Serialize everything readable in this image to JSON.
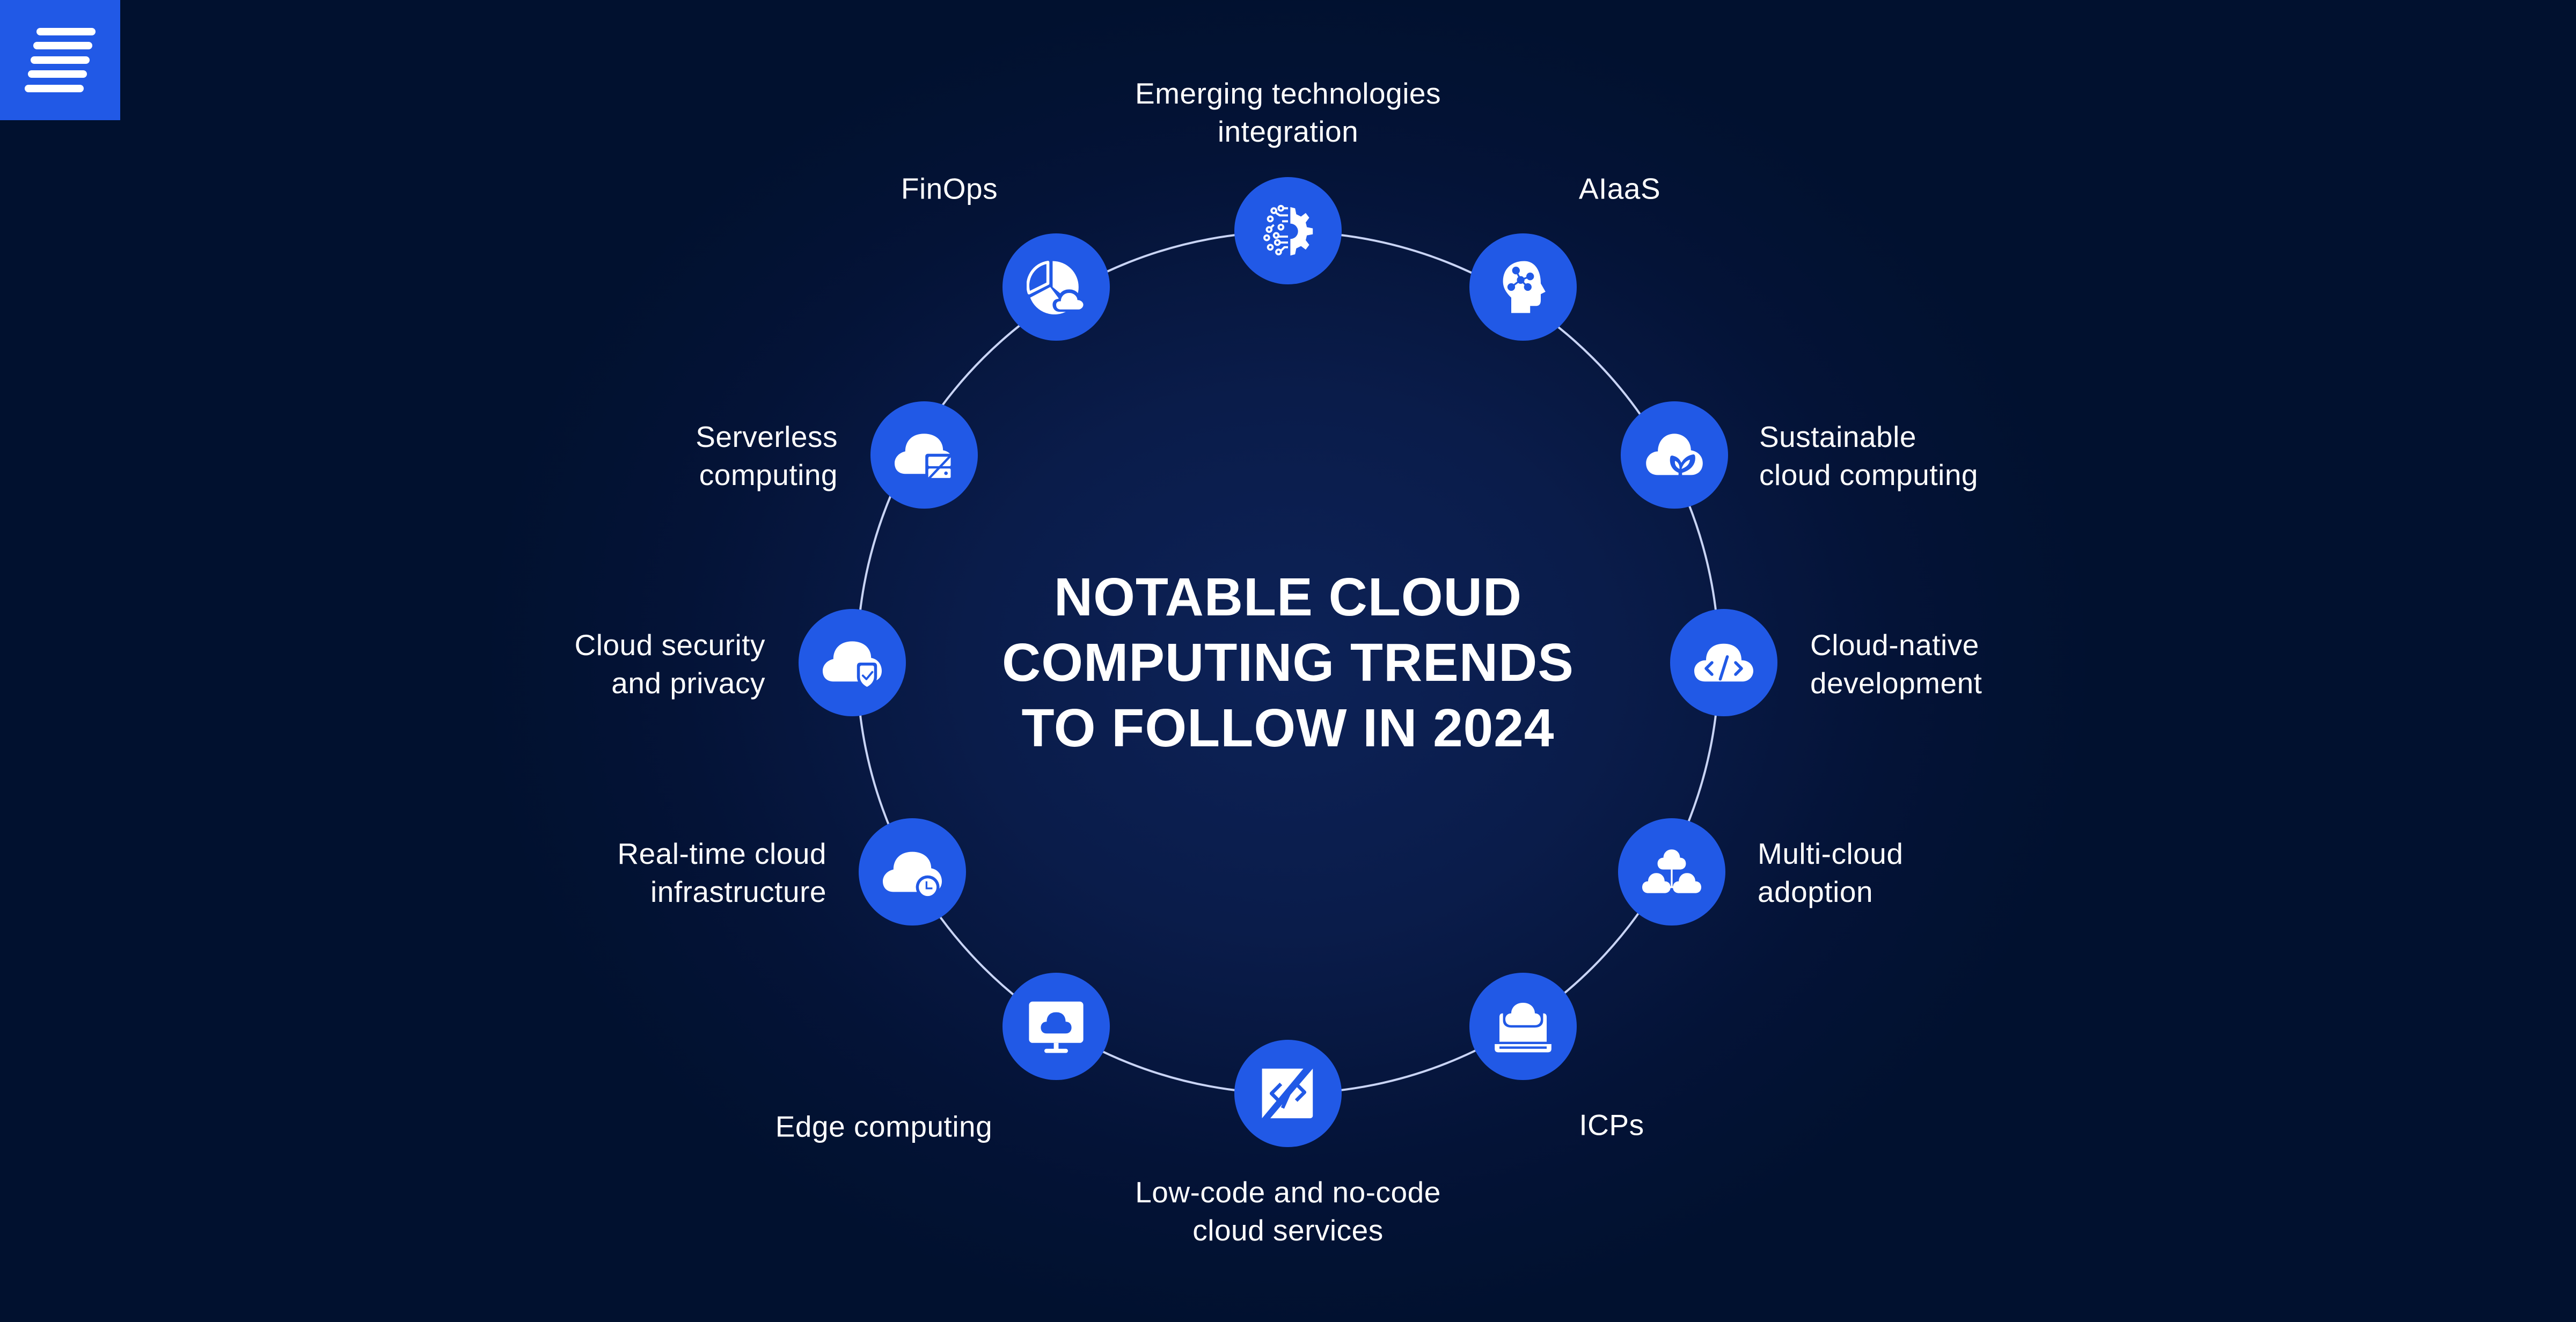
{
  "brand": {
    "logo_icon": "menu-lines-icon",
    "logo_color": "#2159e6"
  },
  "title": {
    "lines": [
      "NOTABLE CLOUD",
      "COMPUTING TRENDS",
      "TO FOLLOW IN 2024"
    ]
  },
  "colors": {
    "background_dark": "#01112f",
    "background_center": "#0d2257",
    "node_fill": "#2159e6",
    "ring_stroke": "#c9d4f5",
    "text": "#ffffff"
  },
  "trends": [
    {
      "icon": "ai-gear-circuit-icon",
      "lines": [
        "Emerging technologies",
        "integration"
      ]
    },
    {
      "icon": "head-network-icon",
      "lines": [
        "AIaaS"
      ]
    },
    {
      "icon": "cloud-leaf-icon",
      "lines": [
        "Sustainable",
        "cloud computing"
      ]
    },
    {
      "icon": "cloud-code-icon",
      "lines": [
        "Cloud-native",
        "development"
      ]
    },
    {
      "icon": "multi-cloud-icon",
      "lines": [
        "Multi-cloud",
        "adoption"
      ]
    },
    {
      "icon": "laptop-cloud-icon",
      "lines": [
        "ICPs"
      ]
    },
    {
      "icon": "low-code-icon",
      "lines": [
        "Low-code and no-code",
        "cloud services"
      ]
    },
    {
      "icon": "monitor-cloud-icon",
      "lines": [
        "Edge computing"
      ]
    },
    {
      "icon": "cloud-clock-icon",
      "lines": [
        "Real-time cloud",
        "infrastructure"
      ]
    },
    {
      "icon": "cloud-shield-icon",
      "lines": [
        "Cloud security",
        "and privacy"
      ]
    },
    {
      "icon": "cloud-server-icon",
      "lines": [
        "Serverless",
        "computing"
      ]
    },
    {
      "icon": "pie-chart-cloud-icon",
      "lines": [
        "FinOps"
      ]
    }
  ]
}
